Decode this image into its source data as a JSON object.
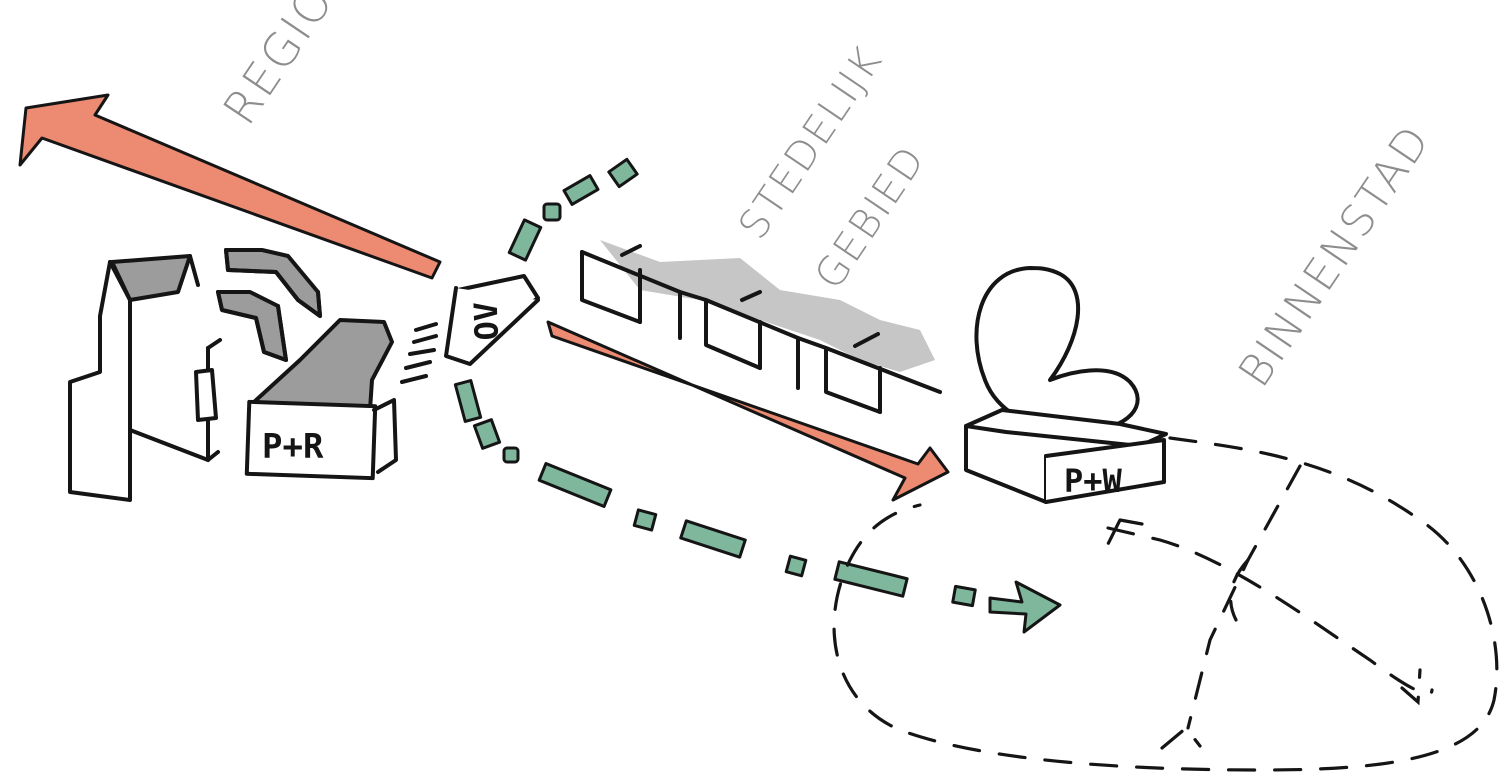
{
  "labels": {
    "regio": "REGIO",
    "stedelijk": "STEDELIJK",
    "gebied": "GEBIED",
    "binnenstad": "BINNENSTAD",
    "p_r": "P+R",
    "ov": "OV",
    "p_w": "P+W"
  },
  "colors": {
    "ink": "#151515",
    "orange_arrow": "#ec8a72",
    "green_dash": "#7fb79c",
    "shadow_grey": "#9c9c9c",
    "label_grey": "#8d8d8d"
  }
}
